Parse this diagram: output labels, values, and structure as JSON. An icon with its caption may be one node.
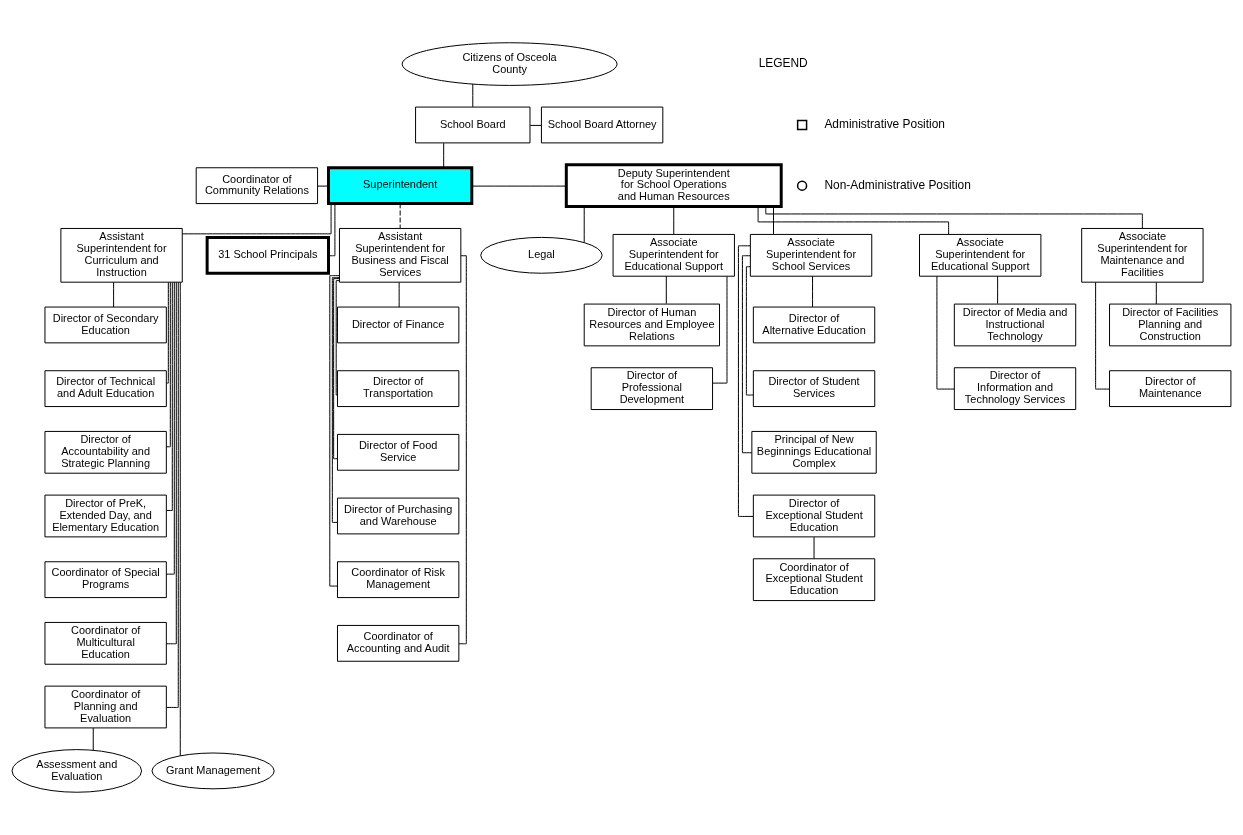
{
  "diagram": {
    "nodes": [
      {
        "text": [
          "Citizens of Osceola County"
        ]
      },
      {
        "text": [
          "School Board"
        ]
      },
      {
        "text": [
          "School Board Attorney"
        ]
      },
      {
        "text": [
          "Coordinator of Community Relations"
        ]
      },
      {
        "text": [
          "Superintendent"
        ]
      },
      {
        "text": [
          "Deputy Superintendent for School Operations and Human Resources"
        ]
      },
      {
        "text": [
          "Legal"
        ]
      },
      {
        "text": [
          "Assistant Superintendent for Curriculum and Instruction"
        ]
      },
      {
        "text": [
          "31 School Principals"
        ]
      },
      {
        "text": [
          "Assistant Superintendent for Business and Fiscal Services"
        ]
      },
      {
        "text": [
          "Associate Superintendent for Educational Support"
        ]
      },
      {
        "text": [
          "Associate Superintendent for School Services"
        ]
      },
      {
        "text": [
          "Associate Superintendent for Educational Support"
        ]
      },
      {
        "text": [
          "Associate Superintendent for Maintenance and Facilities"
        ]
      },
      {
        "text": [
          "Director of Secondary Education"
        ]
      },
      {
        "text": [
          "Director of Technical and Adult Education"
        ]
      },
      {
        "text": [
          "Director of Accountability and Strategic Planning"
        ]
      },
      {
        "text": [
          "Director of PreK, Extended Day, and Elementary Education"
        ]
      },
      {
        "text": [
          "Coordinator of Special Programs"
        ]
      },
      {
        "text": [
          "Coordinator of Multicultural Education"
        ]
      },
      {
        "text": [
          "Coordinator of Planning and Evaluation"
        ]
      },
      {
        "text": [
          "Assessment and Evaluation"
        ]
      },
      {
        "text": [
          "Grant Management"
        ]
      },
      {
        "text": [
          "Director of Finance"
        ]
      },
      {
        "text": [
          "Director of Transportation"
        ]
      },
      {
        "text": [
          "Director of Food Service"
        ]
      },
      {
        "text": [
          "Director of Purchasing and Warehouse"
        ]
      },
      {
        "text": [
          "Coordinator of Risk Management"
        ]
      },
      {
        "text": [
          "Coordinator of Accounting and Audit"
        ]
      },
      {
        "text": [
          "Director of Human Resources and Employee Relations"
        ]
      },
      {
        "text": [
          "Director of Professional Development"
        ]
      },
      {
        "text": [
          "Director of Alternative Education"
        ]
      },
      {
        "text": [
          "Director of Student Services"
        ]
      },
      {
        "text": [
          "Principal of New Beginnings Educational Complex"
        ]
      },
      {
        "text": [
          "Director of Exceptional Student Education"
        ]
      },
      {
        "text": [
          "Coordinator of Exceptional Student Education"
        ]
      },
      {
        "text": [
          "Director of Media and Instructional Technology"
        ]
      },
      {
        "text": [
          "Director of Information and Technology Services"
        ]
      },
      {
        "text": [
          "Director of Facilities Planning and Construction"
        ]
      },
      {
        "text": [
          "Director of Maintenance"
        ]
      }
    ],
    "edges": [
      {
        "from": 0,
        "to": 1,
        "arrow": "none"
      },
      {
        "from": 1,
        "to": 2,
        "arrow": "none"
      },
      {
        "from": 1,
        "to": 4,
        "arrow": "none"
      },
      {
        "from": 3,
        "to": 4,
        "arrow": "none"
      },
      {
        "from": 4,
        "to": 5,
        "arrow": "none"
      },
      {
        "from": 4,
        "to": 7,
        "arrow": "none"
      },
      {
        "from": 4,
        "to": 8,
        "arrow": "none"
      },
      {
        "from": 4,
        "to": 9,
        "arrow": "none",
        "style": "dashed"
      },
      {
        "from": 5,
        "to": 6,
        "arrow": "none"
      },
      {
        "from": 5,
        "to": 10,
        "arrow": "none"
      },
      {
        "from": 5,
        "to": 11,
        "arrow": "none"
      },
      {
        "from": 5,
        "to": 12,
        "arrow": "none"
      },
      {
        "from": 5,
        "to": 13,
        "arrow": "none"
      },
      {
        "from": 7,
        "to": 14,
        "arrow": "none"
      },
      {
        "from": 7,
        "to": 15,
        "arrow": "none"
      },
      {
        "from": 7,
        "to": 16,
        "arrow": "none"
      },
      {
        "from": 7,
        "to": 17,
        "arrow": "none"
      },
      {
        "from": 7,
        "to": 18,
        "arrow": "none"
      },
      {
        "from": 7,
        "to": 19,
        "arrow": "none"
      },
      {
        "from": 7,
        "to": 20,
        "arrow": "none"
      },
      {
        "from": 20,
        "to": 21,
        "arrow": "none"
      },
      {
        "from": 7,
        "to": 22,
        "arrow": "none"
      },
      {
        "from": 9,
        "to": 23,
        "arrow": "none"
      },
      {
        "from": 9,
        "to": 24,
        "arrow": "none"
      },
      {
        "from": 9,
        "to": 25,
        "arrow": "none"
      },
      {
        "from": 9,
        "to": 26,
        "arrow": "none"
      },
      {
        "from": 9,
        "to": 27,
        "arrow": "none"
      },
      {
        "from": 9,
        "to": 28,
        "arrow": "none"
      },
      {
        "from": 10,
        "to": 29,
        "arrow": "none"
      },
      {
        "from": 10,
        "to": 30,
        "arrow": "none"
      },
      {
        "from": 11,
        "to": 31,
        "arrow": "none"
      },
      {
        "from": 11,
        "to": 32,
        "arrow": "none"
      },
      {
        "from": 11,
        "to": 33,
        "arrow": "none"
      },
      {
        "from": 11,
        "to": 34,
        "arrow": "none"
      },
      {
        "from": 34,
        "to": 35,
        "arrow": "none"
      },
      {
        "from": 12,
        "to": 36,
        "arrow": "none"
      },
      {
        "from": 12,
        "to": 37,
        "arrow": "none"
      },
      {
        "from": 13,
        "to": 38,
        "arrow": "none"
      },
      {
        "from": 13,
        "to": 39,
        "arrow": "none"
      }
    ],
    "labels": [
      "LEGEND"
    ],
    "legend": [
      {
        "text": "Administrative Position"
      },
      {
        "text": "Non-Administrative Position"
      }
    ]
  }
}
